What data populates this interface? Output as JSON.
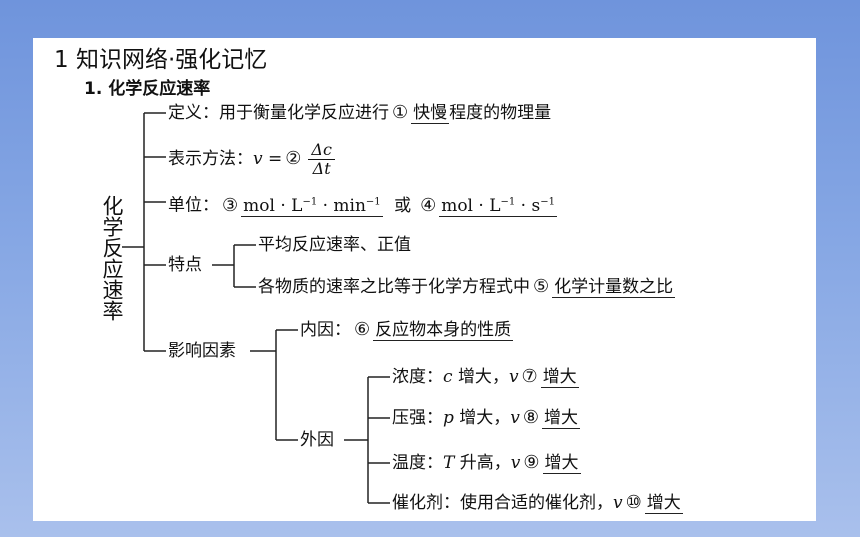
{
  "title": "1  知识网络·强化记忆",
  "subtitle": "1. 化学反应速率",
  "root": "化学反应速率",
  "definition": {
    "label": "定义",
    "text": "用于衡量化学反应进行",
    "num": "①",
    "answer": "快慢",
    "suffix": "程度的物理量"
  },
  "expression": {
    "label": "表示方法",
    "lhs": "v",
    "eq": "=",
    "num": "②",
    "numerator": "Δc",
    "denominator": "Δt"
  },
  "unit": {
    "label": "单位",
    "num1": "③",
    "answer1_base": "mol · L",
    "answer1_sup": "−1",
    "answer1_mid": " · min",
    "answer1_sup2": "−1",
    "or": "或",
    "num2": "④",
    "answer2_base": "mol · L",
    "answer2_sup": "−1",
    "answer2_mid": " · s",
    "answer2_sup2": "−1"
  },
  "feature": {
    "label": "特点",
    "item1": "平均反应速率、正值",
    "item2_text": "各物质的速率之比等于化学方程式中",
    "item2_num": "⑤",
    "item2_answer": "化学计量数之比"
  },
  "factors": {
    "label": "影响因素",
    "internal": {
      "label": "内因",
      "num": "⑥",
      "answer": "反应物本身的性质"
    },
    "external": {
      "label": "外因",
      "items": [
        {
          "label": "浓度",
          "var": "c",
          "cond": "增大",
          "v": "v",
          "num": "⑦",
          "answer": "增大"
        },
        {
          "label": "压强",
          "var": "p",
          "cond": "增大",
          "v": "v",
          "num": "⑧",
          "answer": "增大"
        },
        {
          "label": "温度",
          "var": "T",
          "cond": "升高",
          "v": "v",
          "num": "⑨",
          "answer": "增大"
        },
        {
          "label": "催化剂",
          "var": "",
          "cond": "使用合适的催化剂",
          "v": "v",
          "num": "⑩",
          "answer": "增大"
        }
      ]
    }
  }
}
